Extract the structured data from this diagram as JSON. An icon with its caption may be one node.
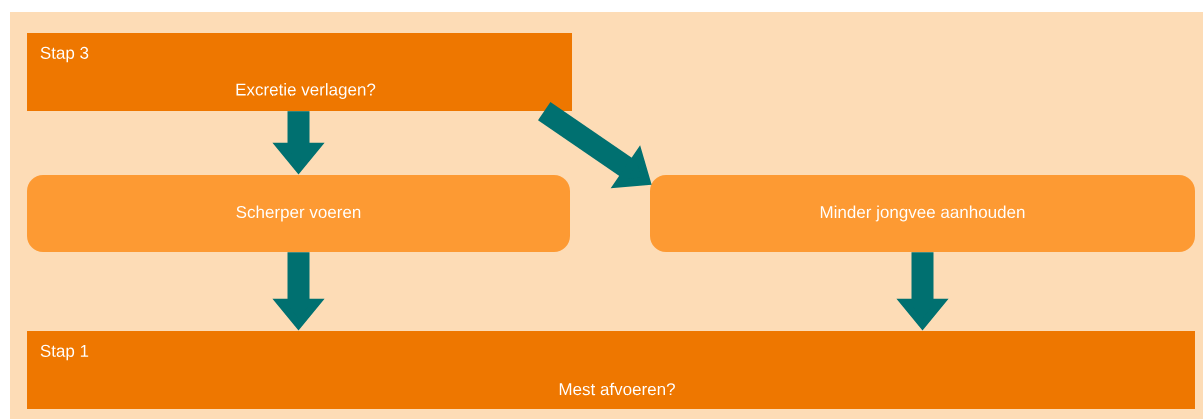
{
  "diagram": {
    "nodes": [
      {
        "text": [
          "Stap 3",
          "Excretie verlagen?"
        ]
      },
      {
        "text": [
          "Scherper voeren"
        ]
      },
      {
        "text": [
          "Minder jongvee aanhouden"
        ]
      },
      {
        "text": [
          "Stap 1",
          "Mest afvoeren?"
        ]
      }
    ],
    "edges": [
      {
        "from": 0,
        "to": 1,
        "arrow": "to"
      },
      {
        "from": 0,
        "to": 2,
        "arrow": "to"
      },
      {
        "from": 1,
        "to": 3,
        "arrow": "to"
      },
      {
        "from": 2,
        "to": 3,
        "arrow": "to"
      }
    ]
  }
}
